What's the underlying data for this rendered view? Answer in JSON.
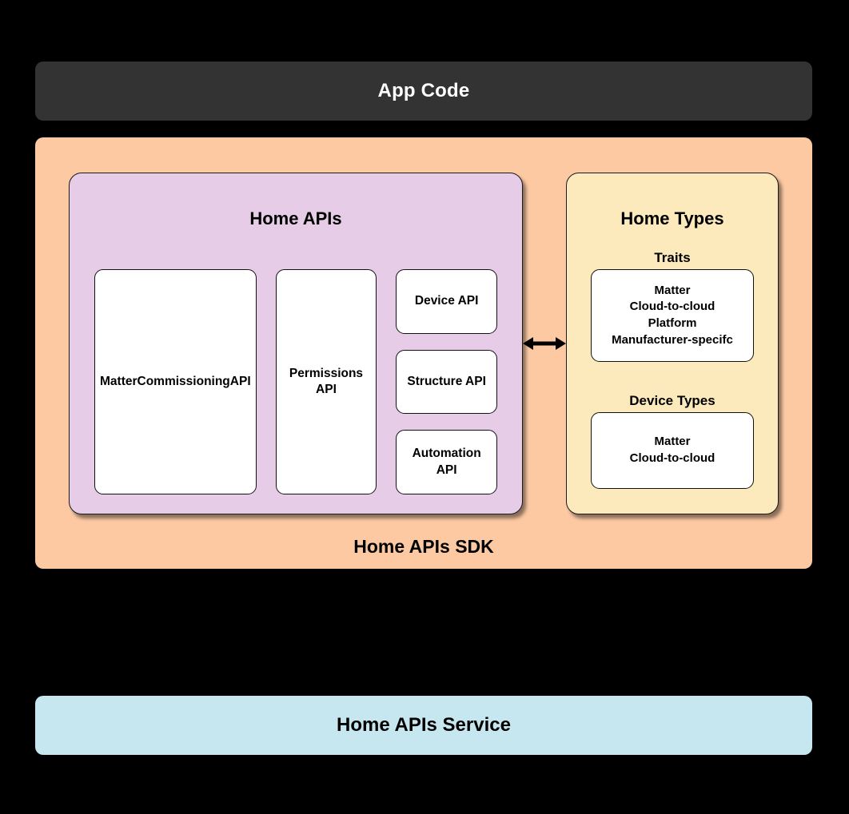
{
  "diagram": {
    "title": "Home APIs SDK architecture",
    "background_color": "#000000"
  },
  "app_code": {
    "label": "App Code",
    "background_color": "#333333",
    "text_color": "#FFFFFF"
  },
  "sdk": {
    "label": "Home APIs SDK",
    "background_color": "#FCC9A3"
  },
  "home_apis": {
    "title": "Home APIs",
    "background_color": "#E6CCE6",
    "columns": [
      {
        "cards": [
          {
            "lines": "Matter\nCommissioning\nAPI",
            "name": "matter-commissioning-api"
          }
        ]
      },
      {
        "cards": [
          {
            "lines": "Permissions API",
            "name": "permissions-api"
          }
        ]
      },
      {
        "cards": [
          {
            "lines": "Device API",
            "name": "device-api"
          },
          {
            "lines": "Structure API",
            "name": "structure-api"
          },
          {
            "lines": "Automation API",
            "name": "automation-api"
          }
        ]
      }
    ]
  },
  "home_types": {
    "title": "Home Types",
    "background_color": "#FCE9BC",
    "traits": {
      "title": "Traits",
      "items": "Matter\nCloud-to-cloud\nPlatform\nManufacturer-specifc"
    },
    "device_types": {
      "title": "Device Types",
      "items": "Matter\nCloud-to-cloud"
    }
  },
  "connector": {
    "name": "bidirectional-arrow",
    "direction": "both"
  },
  "service": {
    "label": "Home APIs Service",
    "background_color": "#C6E7EF",
    "text_color": "#000000"
  }
}
